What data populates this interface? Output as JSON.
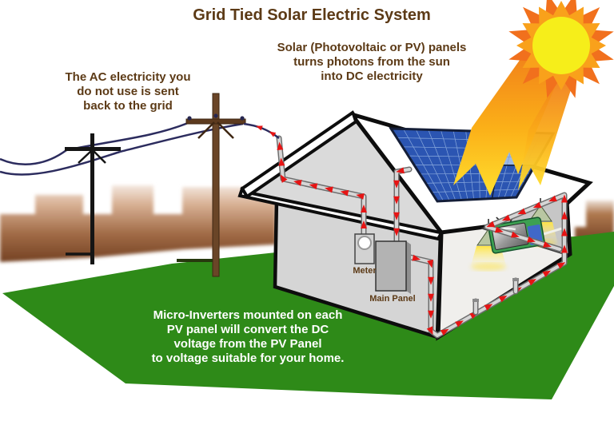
{
  "diagram": {
    "title": "Grid Tied Solar Electric System",
    "annotations": {
      "pv_panels": "Solar (Photovoltaic or PV) panels\nturns photons from the sun\ninto DC electricity",
      "grid_export": "The AC electricity you\ndo not use is sent\nback to the grid",
      "micro_inverters": "Micro-Inverters mounted on each\nPV panel will convert the DC\nvoltage from the PV Panel\nto voltage suitable for your home."
    },
    "component_labels": {
      "meter": "Meter",
      "main_panel": "Main Panel"
    },
    "colors": {
      "title_text": "#5c3a16",
      "label_text": "#5c3a16",
      "inverter_note_text": "#ffffff",
      "grass_green": "#2e8a18",
      "sun_core_yellow": "#f6ee1a",
      "sun_ray_orange": "#f1701d",
      "sun_ray_light_orange": "#f9a11b",
      "beam_yellow": "#ffd92e",
      "panel_blue": "#2b55b2",
      "panel_blue_light": "#9db9e4",
      "panel_grid_line": "#7fa0d8",
      "arrow_red": "#e61414",
      "conduit_gray": "#d6d6d6",
      "wall_gray": "#d5d5d5",
      "city_brown": "#6f3d1f",
      "wire_navy": "#2c2c5e",
      "lamp_glow": "#ffe43c"
    }
  }
}
